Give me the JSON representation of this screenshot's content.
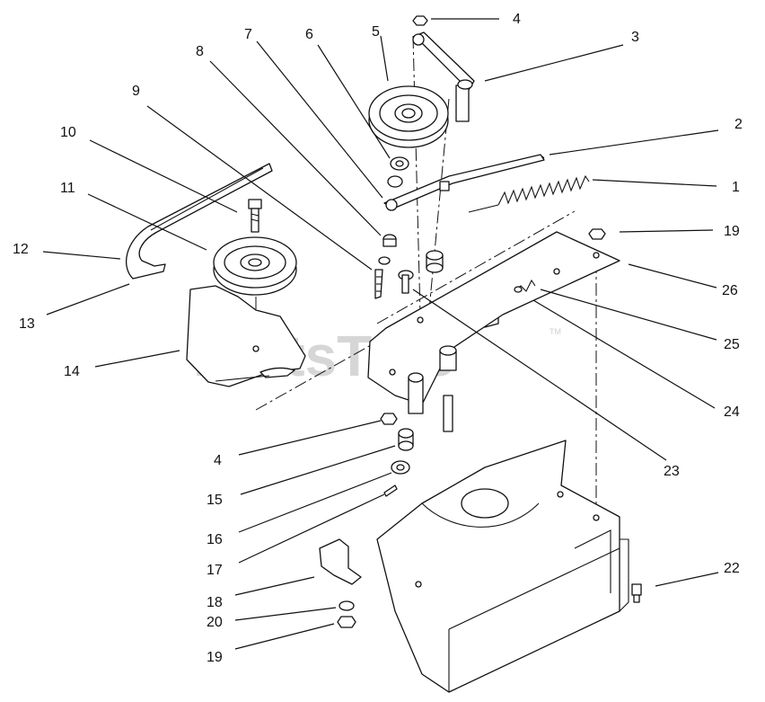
{
  "watermark": {
    "text": "PartsTree",
    "tm": "TM"
  },
  "callouts": [
    {
      "id": "c1",
      "text": "1"
    },
    {
      "id": "c2",
      "text": "2"
    },
    {
      "id": "c3",
      "text": "3"
    },
    {
      "id": "c4a",
      "text": "4"
    },
    {
      "id": "c4b",
      "text": "4"
    },
    {
      "id": "c5",
      "text": "5"
    },
    {
      "id": "c6",
      "text": "6"
    },
    {
      "id": "c7",
      "text": "7"
    },
    {
      "id": "c8",
      "text": "8"
    },
    {
      "id": "c9",
      "text": "9"
    },
    {
      "id": "c10",
      "text": "10"
    },
    {
      "id": "c11",
      "text": "11"
    },
    {
      "id": "c12",
      "text": "12"
    },
    {
      "id": "c13",
      "text": "13"
    },
    {
      "id": "c14",
      "text": "14"
    },
    {
      "id": "c15",
      "text": "15"
    },
    {
      "id": "c16",
      "text": "16"
    },
    {
      "id": "c17",
      "text": "17"
    },
    {
      "id": "c18",
      "text": "18"
    },
    {
      "id": "c19a",
      "text": "19"
    },
    {
      "id": "c19b",
      "text": "19"
    },
    {
      "id": "c20",
      "text": "20"
    },
    {
      "id": "c22",
      "text": "22"
    },
    {
      "id": "c23",
      "text": "23"
    },
    {
      "id": "c24",
      "text": "24"
    },
    {
      "id": "c25",
      "text": "25"
    },
    {
      "id": "c26",
      "text": "26"
    }
  ]
}
